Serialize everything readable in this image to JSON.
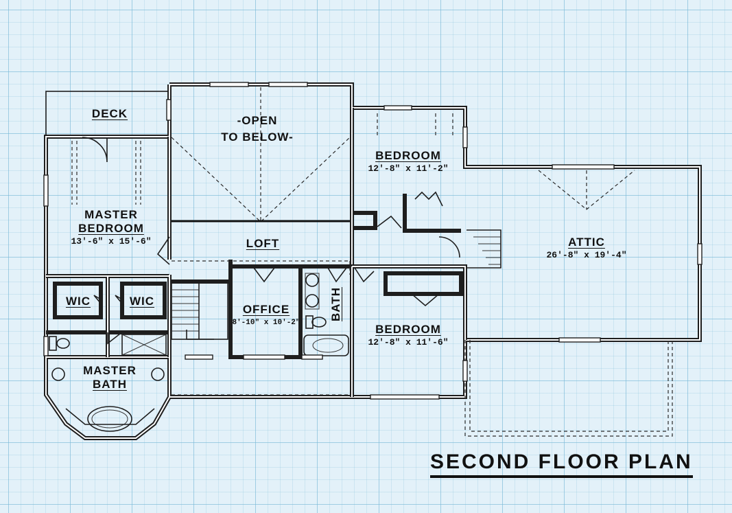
{
  "plan": {
    "title": "SECOND FLOOR PLAN",
    "colors": {
      "grid_background": "#e3f1f9",
      "grid_lines": "#78b9d7",
      "walls": "#1e1e1e"
    }
  },
  "rooms": {
    "deck": {
      "name": "DECK"
    },
    "open_to_below": {
      "line1": "-OPEN",
      "line2": "TO BELOW-"
    },
    "bedroom_top": {
      "name": "BEDROOM",
      "dims": "12'-8\" x 11'-2\""
    },
    "master_bedroom": {
      "line1": "MASTER",
      "line2": "BEDROOM",
      "dims": "13'-6\" x 15'-6\""
    },
    "loft": {
      "name": "LOFT"
    },
    "attic": {
      "name": "ATTIC",
      "dims": "26'-8\" x 19'-4\""
    },
    "wic_left": {
      "name": "WIC"
    },
    "wic_right": {
      "name": "WIC"
    },
    "office": {
      "name": "OFFICE",
      "dims": "8'-10\" x 10'-2\""
    },
    "bath": {
      "name": "BATH"
    },
    "bedroom_bottom": {
      "name": "BEDROOM",
      "dims": "12'-8\" x 11'-6\""
    },
    "master_bath": {
      "line1": "MASTER",
      "line2": "BATH"
    }
  }
}
